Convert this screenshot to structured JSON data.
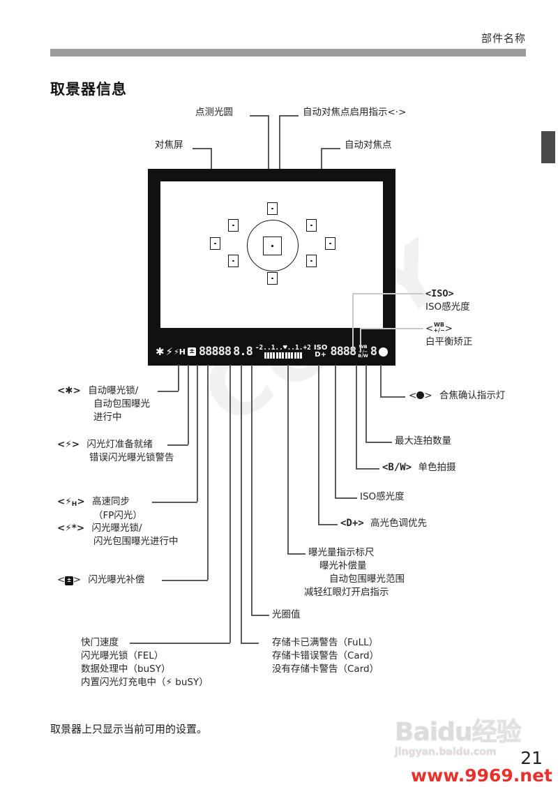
{
  "header": {
    "chapter_title": "部件名称"
  },
  "section": {
    "title": "取景器信息"
  },
  "viewfinder": {
    "bar": {
      "ae_lock_icon": "✱",
      "flash_ready_icon": "⚡",
      "hss_icon": "⚡H",
      "flash_exp_comp_icon": "±",
      "shutter_digits": "88888",
      "aperture_digits": "8.8",
      "scale_numbers": "-2..1..♥..1.+2",
      "iso_label": "ISO",
      "dplus_label": "D+",
      "iso_digits": "8888",
      "wb_top": "WB",
      "wb_mid": "+/−",
      "wb_bot": "B/W",
      "burst_digit": "8",
      "focus_dot": "●"
    }
  },
  "callouts": {
    "spot_metering_circle": "点测光圆",
    "af_point_active": "自动对焦点启用指示<·>",
    "focusing_screen": "对焦屏",
    "af_points": "自动对焦点",
    "iso_tag": "<ISO>",
    "iso_desc": "ISO感光度",
    "wb_tag_open": "<",
    "wb_tag_top": "WB",
    "wb_tag_bot": "+/−",
    "wb_tag_close": ">",
    "wb_desc": "白平衡矫正",
    "focus_confirm": "合焦确认指示灯",
    "focus_confirm_tag_open": "<",
    "focus_confirm_tag_close": ">",
    "max_burst": "最大连拍数量",
    "bw_tag": "<B/W>",
    "bw_desc": "单色拍摄",
    "iso_speed": "ISO感光度",
    "dplus_tag": "<D+>",
    "dplus_desc": "高光色调优先",
    "ae_lock_tag": "<✱>",
    "ae_lock_l1": "自动曝光锁/",
    "ae_lock_l2": "自动包围曝光",
    "ae_lock_l3": "进行中",
    "flash_tag": "<⚡>",
    "flash_l1": "闪光灯准备就绪",
    "flash_l2": "错误闪光曝光锁警告",
    "hss_tag_open": "<⚡",
    "hss_tag_sub": "H",
    "hss_tag_close": ">",
    "hss_l1": "高速同步",
    "hss_l2": "（FP闪光）",
    "fel_tag": "<⚡*>",
    "fel_l1": "闪光曝光锁/",
    "fel_l2": "闪光包围曝光进行中",
    "fec_tag_open": "<",
    "fec_tag_icon": "±",
    "fec_tag_close": ">",
    "fec_desc": "闪光曝光补偿",
    "exposure_l1": "曝光量指示标尺",
    "exposure_l2": "曝光补偿量",
    "exposure_l3": "自动包围曝光范围",
    "exposure_l4": "减轻红眼灯开启指示",
    "aperture_label": "光圈值",
    "card_l1": "存储卡已满警告（FuLL）",
    "card_l2": "存储卡错误警告（Card）",
    "card_l3": "没有存储卡警告（Card）",
    "shutter_l1": "快门速度",
    "shutter_l2": "闪光曝光锁（FEL）",
    "shutter_l3": "数据处理中（buSY）",
    "shutter_l4": "内置闪光灯充电中（⚡ buSY）"
  },
  "footer": {
    "note": "取景器上只显示当前可用的设置。",
    "page_number": "21",
    "watermark_baidu": "Baidu经验",
    "watermark_baidu_sub": "jingyan.baidu.com",
    "watermark_url": "www.9969.net",
    "watermark_copy": "COPY"
  },
  "colors": {
    "rule": "#9a9a9a",
    "viewfinder_bg": "#111111",
    "leader": "#58585a",
    "url_red": "#e8312b"
  }
}
